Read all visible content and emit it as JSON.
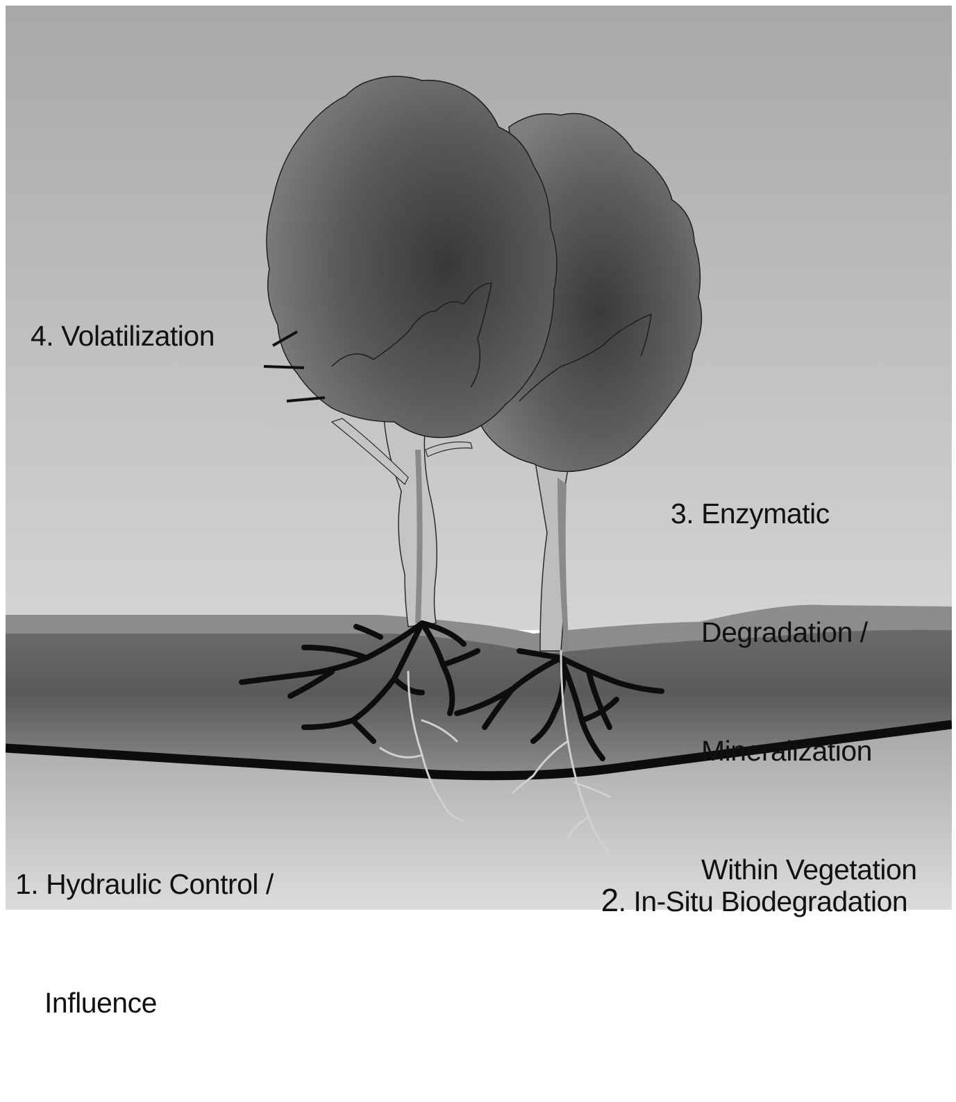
{
  "labels": {
    "volatilization": "4. Volatilization",
    "enzymatic": {
      "line1": "3. Enzymatic",
      "line2": "Degradation /",
      "line3": "Mineralization",
      "line4": "Within Vegetation"
    },
    "hydraulic": {
      "line1": "1. Hydraulic Control /",
      "line2": "Influence"
    },
    "insitu": {
      "number": "2",
      "text": ". In-Situ Biodegradation"
    }
  },
  "colors": {
    "sky_top": "#a9a9a9",
    "sky_bottom": "#d2d2d2",
    "canopy_light": "#7a7a7a",
    "canopy_dark": "#3c3c3c",
    "soil_dark": "#5e5e5e",
    "roots": "#0d0d0d",
    "water_table": "#0d0d0d",
    "groundwater": "#c8c8c8"
  }
}
